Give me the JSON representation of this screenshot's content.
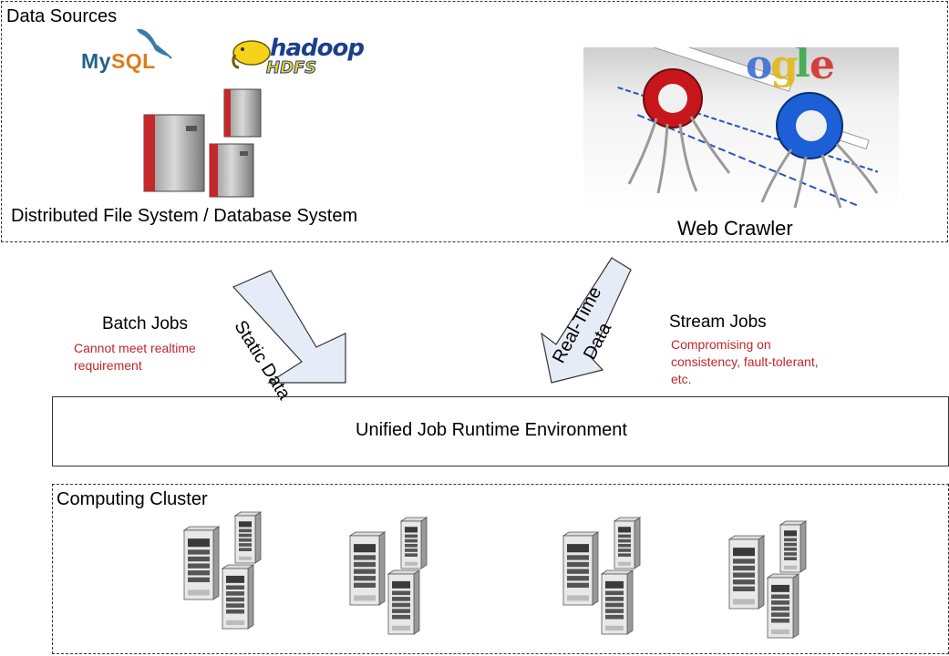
{
  "data_sources": {
    "title": "Data Sources",
    "dfs_label": "Distributed File System / Database System",
    "web_crawler_label": "Web Crawler",
    "mysql_logo": "MySQL",
    "hadoop_logo_top": "hadoop",
    "hadoop_logo_bottom": "HDFS"
  },
  "batch": {
    "title": "Batch Jobs",
    "note_line1": "Cannot meet realtime",
    "note_line2": "requirement",
    "arrow_label": "Static Data"
  },
  "stream": {
    "title": "Stream Jobs",
    "note_line1": "Compromising on",
    "note_line2": "consistency, fault-tolerant,",
    "note_line3": "etc.",
    "arrow_label_line1": "Real-Time",
    "arrow_label_line2": "Data"
  },
  "runtime": {
    "label": "Unified Job Runtime Environment"
  },
  "cluster": {
    "title": "Computing Cluster"
  },
  "colors": {
    "arrow_fill": "#e6ecf7",
    "note_red": "#c0262b",
    "server_red": "#c4282b"
  }
}
